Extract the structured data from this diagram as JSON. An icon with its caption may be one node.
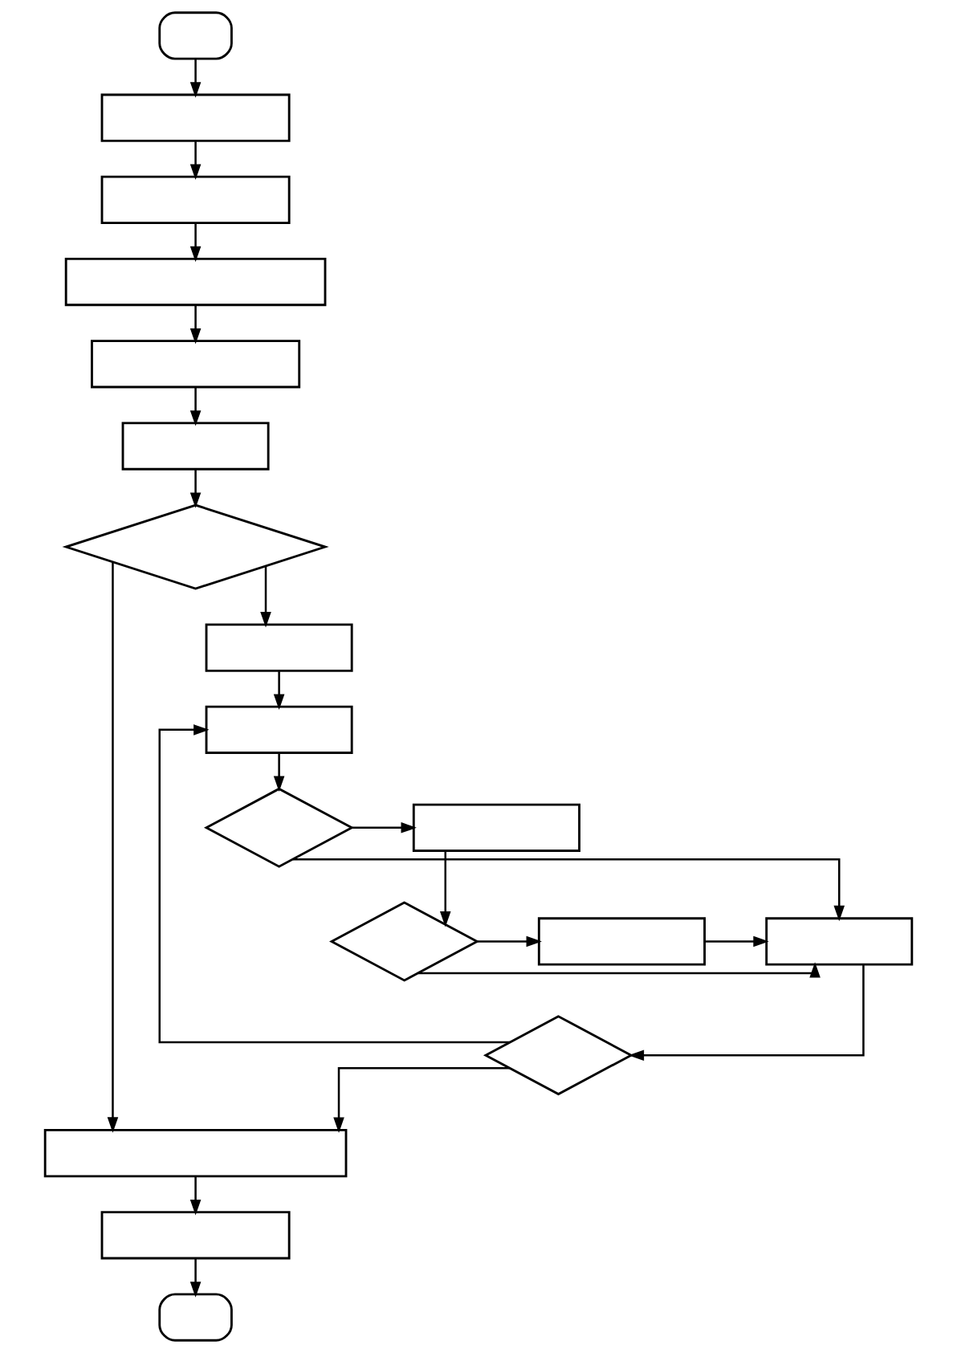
{
  "diagram": {
    "nodes": [
      {
        "text": [],
        "shape": "box"
      },
      {
        "text": [],
        "shape": "box"
      },
      {
        "text": [],
        "shape": "box"
      },
      {
        "text": [],
        "shape": "box"
      },
      {
        "text": [],
        "shape": "box"
      },
      {
        "text": [],
        "shape": "box"
      },
      {
        "text": [],
        "shape": "diamond"
      },
      {
        "text": [],
        "shape": "box"
      },
      {
        "text": [],
        "shape": "box"
      },
      {
        "text": [],
        "shape": "box"
      },
      {
        "text": [],
        "shape": "diamond"
      },
      {
        "text": [],
        "shape": "box"
      },
      {
        "text": [],
        "shape": "diamond"
      },
      {
        "text": [],
        "shape": "box"
      },
      {
        "text": [],
        "shape": "diamond"
      },
      {
        "text": [],
        "shape": "box"
      },
      {
        "text": [],
        "shape": "box"
      },
      {
        "text": [],
        "shape": "box"
      }
    ],
    "edges": [
      {
        "from": 0,
        "to": 1,
        "arrow": "to"
      },
      {
        "from": 1,
        "to": 2,
        "arrow": "to"
      },
      {
        "from": 2,
        "to": 3,
        "arrow": "to"
      },
      {
        "from": 3,
        "to": 4,
        "arrow": "to"
      },
      {
        "from": 4,
        "to": 5,
        "arrow": "to"
      },
      {
        "from": 5,
        "to": 6,
        "arrow": "to"
      },
      {
        "from": 6,
        "to": 7,
        "arrow": "to"
      },
      {
        "from": 6,
        "to": 15,
        "arrow": "to"
      },
      {
        "from": 7,
        "to": 8,
        "arrow": "to"
      },
      {
        "from": 8,
        "to": 10,
        "arrow": "to"
      },
      {
        "from": 10,
        "to": 9,
        "arrow": "to"
      },
      {
        "from": 10,
        "to": 13,
        "arrow": "to"
      },
      {
        "from": 9,
        "to": 12,
        "arrow": "to"
      },
      {
        "from": 12,
        "to": 11,
        "arrow": "to"
      },
      {
        "from": 12,
        "to": 13,
        "arrow": "to"
      },
      {
        "from": 11,
        "to": 13,
        "arrow": "to"
      },
      {
        "from": 13,
        "to": 14,
        "arrow": "to"
      },
      {
        "from": 14,
        "to": 8,
        "arrow": "to"
      },
      {
        "from": 14,
        "to": 15,
        "arrow": "to"
      },
      {
        "from": 15,
        "to": 16,
        "arrow": "to"
      },
      {
        "from": 16,
        "to": 17,
        "arrow": "to"
      }
    ]
  }
}
